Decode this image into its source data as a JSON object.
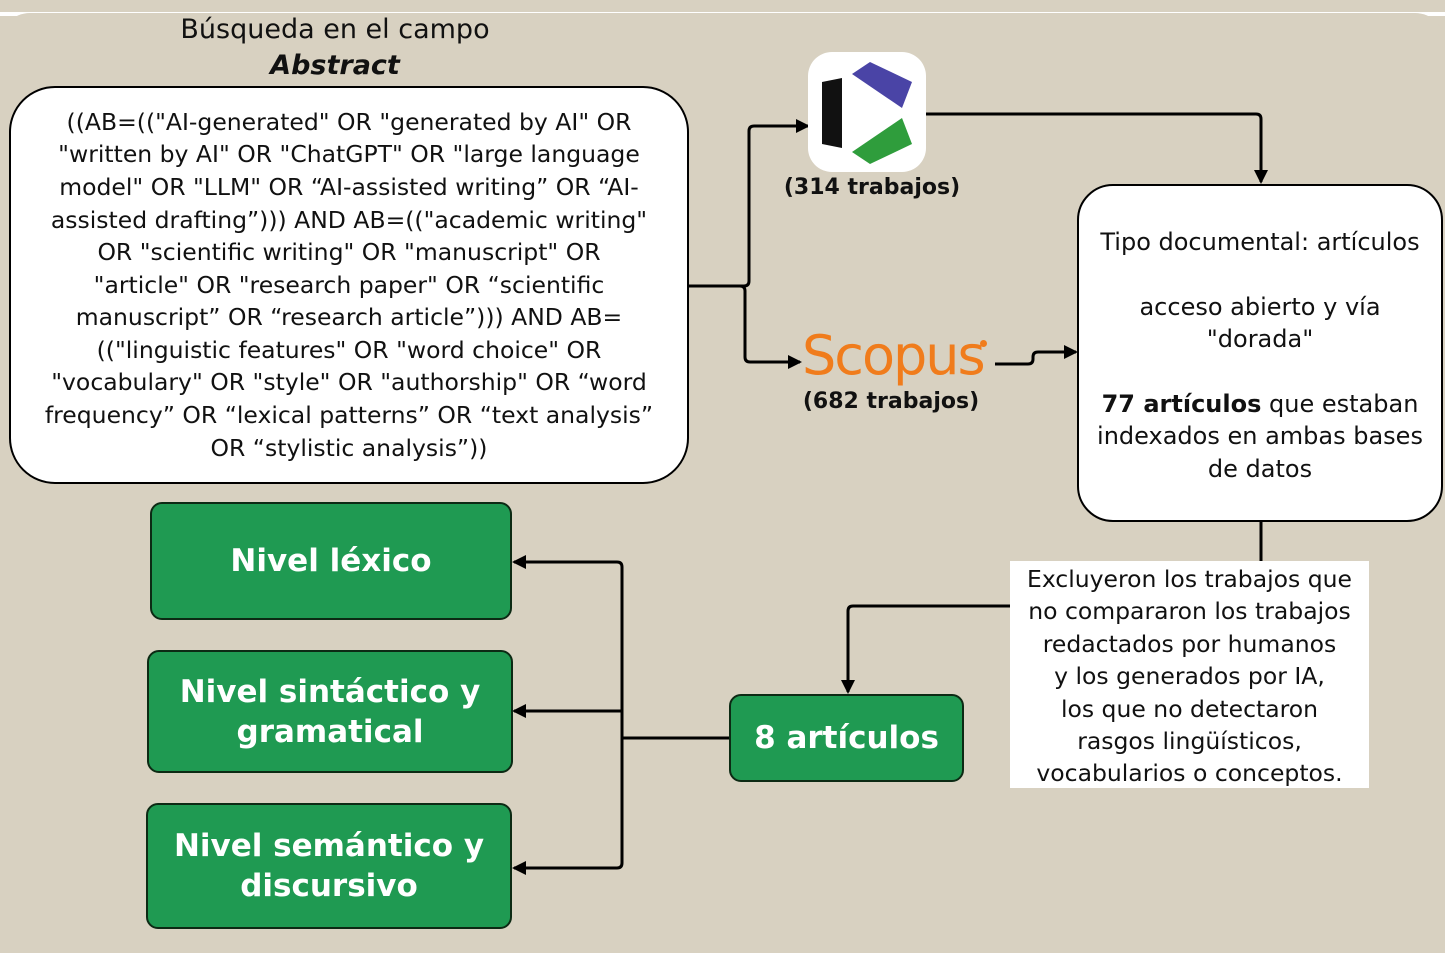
{
  "search_title": {
    "line1": "Búsqueda en el campo",
    "line2": "Abstract"
  },
  "query": "((AB=((\"AI-generated\" OR \"generated by AI\" OR \"written by AI\" OR \"ChatGPT\" OR \"large language model\" OR \"LLM\" OR “AI-assisted writing” OR “AI-assisted drafting”))) AND AB=((\"academic writing\" OR \"scientific writing\" OR \"manuscript\" OR \"article\" OR \"research paper\" OR “scientific manuscript” OR “research article”))) AND AB= ((\"linguistic features\" OR \"word choice\" OR \"vocabulary\" OR \"style\" OR \"authorship\" OR “word frequency” OR “lexical patterns” OR “text analysis” OR “stylistic analysis”))",
  "query_lines": [
    "((AB=((\"AI-generated\" OR \"generated by AI\" OR",
    "\"written by AI\" OR \"ChatGPT\" OR \"large language",
    "model\" OR \"LLM\" OR “AI-assisted writing” OR “AI-",
    "assisted drafting”))) AND AB=((\"academic writing\"",
    "OR \"scientific writing\" OR \"manuscript\" OR",
    "\"article\" OR \"research paper\" OR “scientific",
    "manuscript” OR “research article”))) AND AB=",
    "((\"linguistic features\" OR \"word choice\" OR",
    "\"vocabulary\" OR \"style\" OR \"authorship\" OR “word",
    "frequency” OR “lexical patterns” OR “text analysis”",
    "OR “stylistic analysis”))"
  ],
  "databases": {
    "wos": {
      "logo_icon": "web-of-science-logo-icon",
      "count": "(314 trabajos)"
    },
    "scopus": {
      "logo_text": "Scopus",
      "count": "(682 trabajos)"
    }
  },
  "result": {
    "line1": "Tipo documental: artículos",
    "line2": "acceso abierto y vía",
    "line3": "\"dorada\"",
    "bold": "77 artículos",
    "rest1": " que estaban",
    "line5": "indexados en ambas bases",
    "line6": "de datos"
  },
  "exclusion_lines": [
    "Excluyeron los trabajos que",
    "no compararon los trabajos",
    "redactados por humanos",
    "y los generados por IA,",
    "los que no detectaron",
    "rasgos lingüísticos,",
    "vocabularios o conceptos."
  ],
  "final": {
    "articles": "8 artículos",
    "levels": [
      {
        "line1": "Nivel léxico",
        "line2": ""
      },
      {
        "line1": "Nivel sintáctico y",
        "line2": "gramatical"
      },
      {
        "line1": "Nivel semántico y",
        "line2": "discursivo"
      }
    ]
  },
  "colors": {
    "background": "#d8d1c1",
    "green": "#1f9a52",
    "scopus_orange": "#f07c1c",
    "wos_purple": "#4a44a6",
    "wos_green": "#2f9d3c"
  }
}
